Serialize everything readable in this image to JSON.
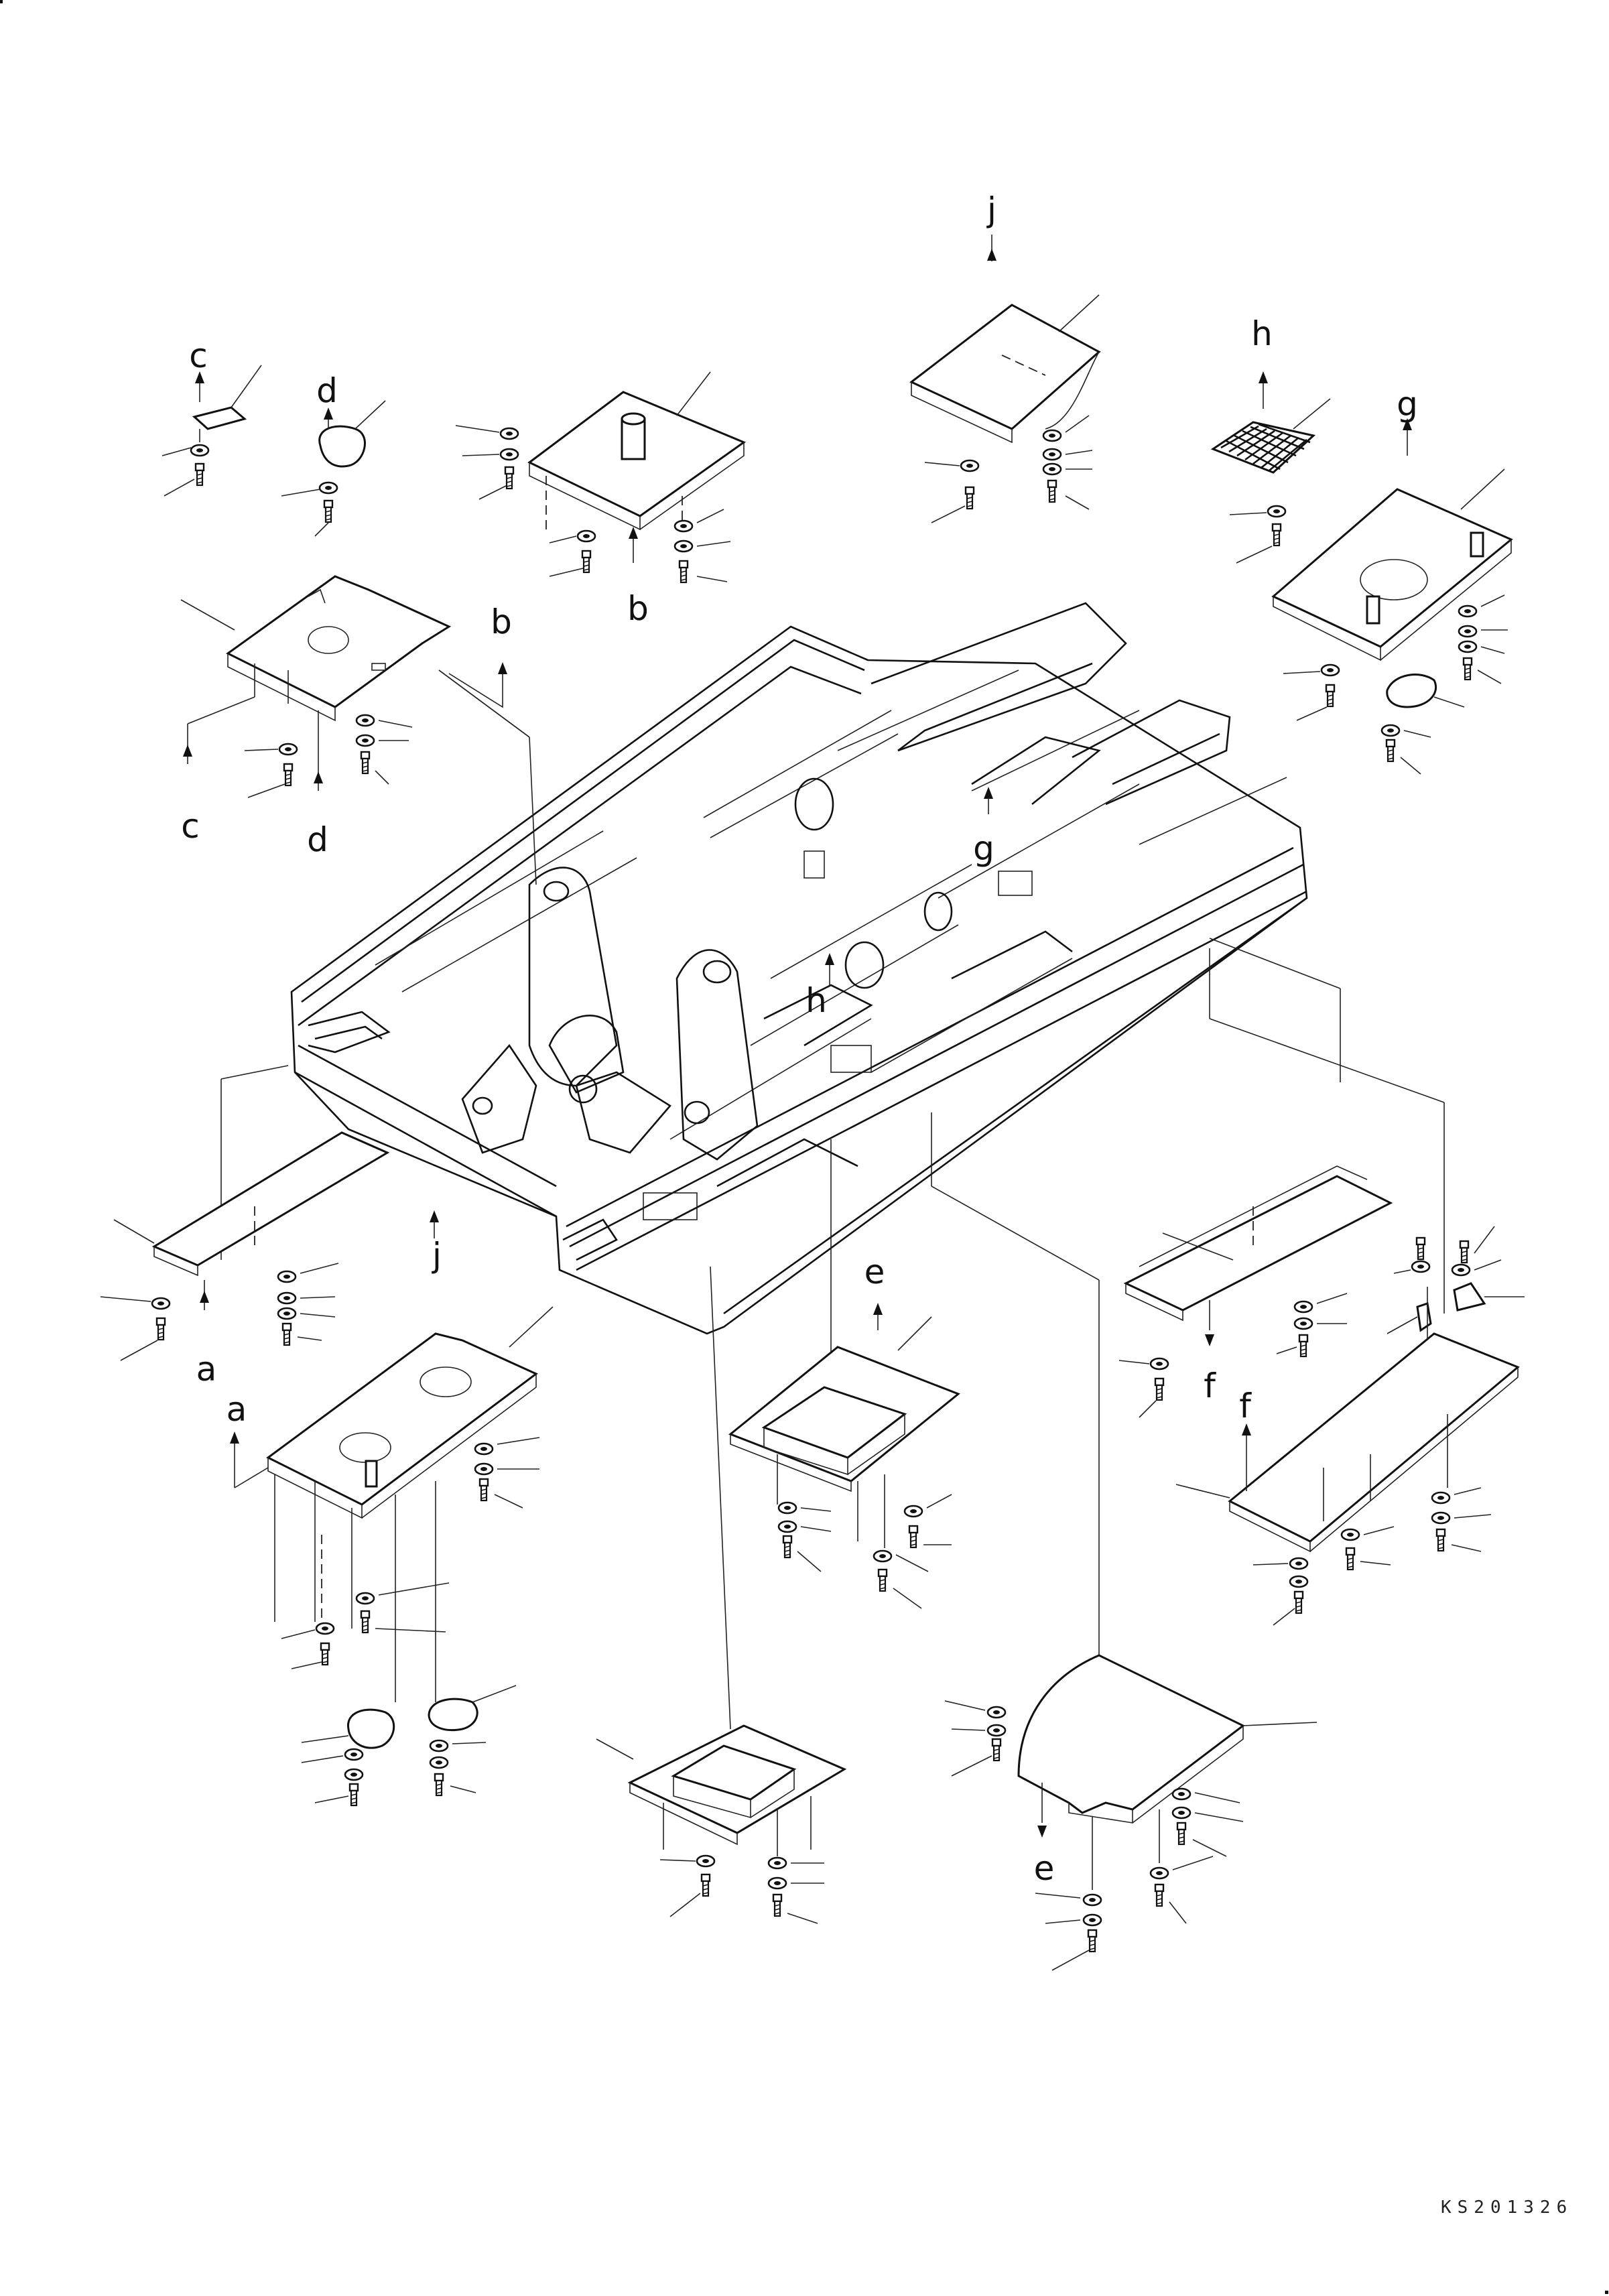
{
  "drawing": {
    "code": "KS201326",
    "callout_letters": [
      "a",
      "b",
      "c",
      "d",
      "e",
      "f",
      "g",
      "h",
      "j"
    ]
  },
  "labels": {
    "j_top": "j",
    "c_top": "c",
    "d_top": "d",
    "h_top": "h",
    "g_top": "g",
    "b_upper": "b",
    "b_right": "b",
    "c_bottom": "c",
    "d_bottom": "d",
    "g_frame": "g",
    "h_frame": "h",
    "j_frame": "j",
    "a_lower": "a",
    "a_upper": "a",
    "e_upper": "e",
    "f_upper": "f",
    "f_lower": "f",
    "e_lower": "e"
  }
}
